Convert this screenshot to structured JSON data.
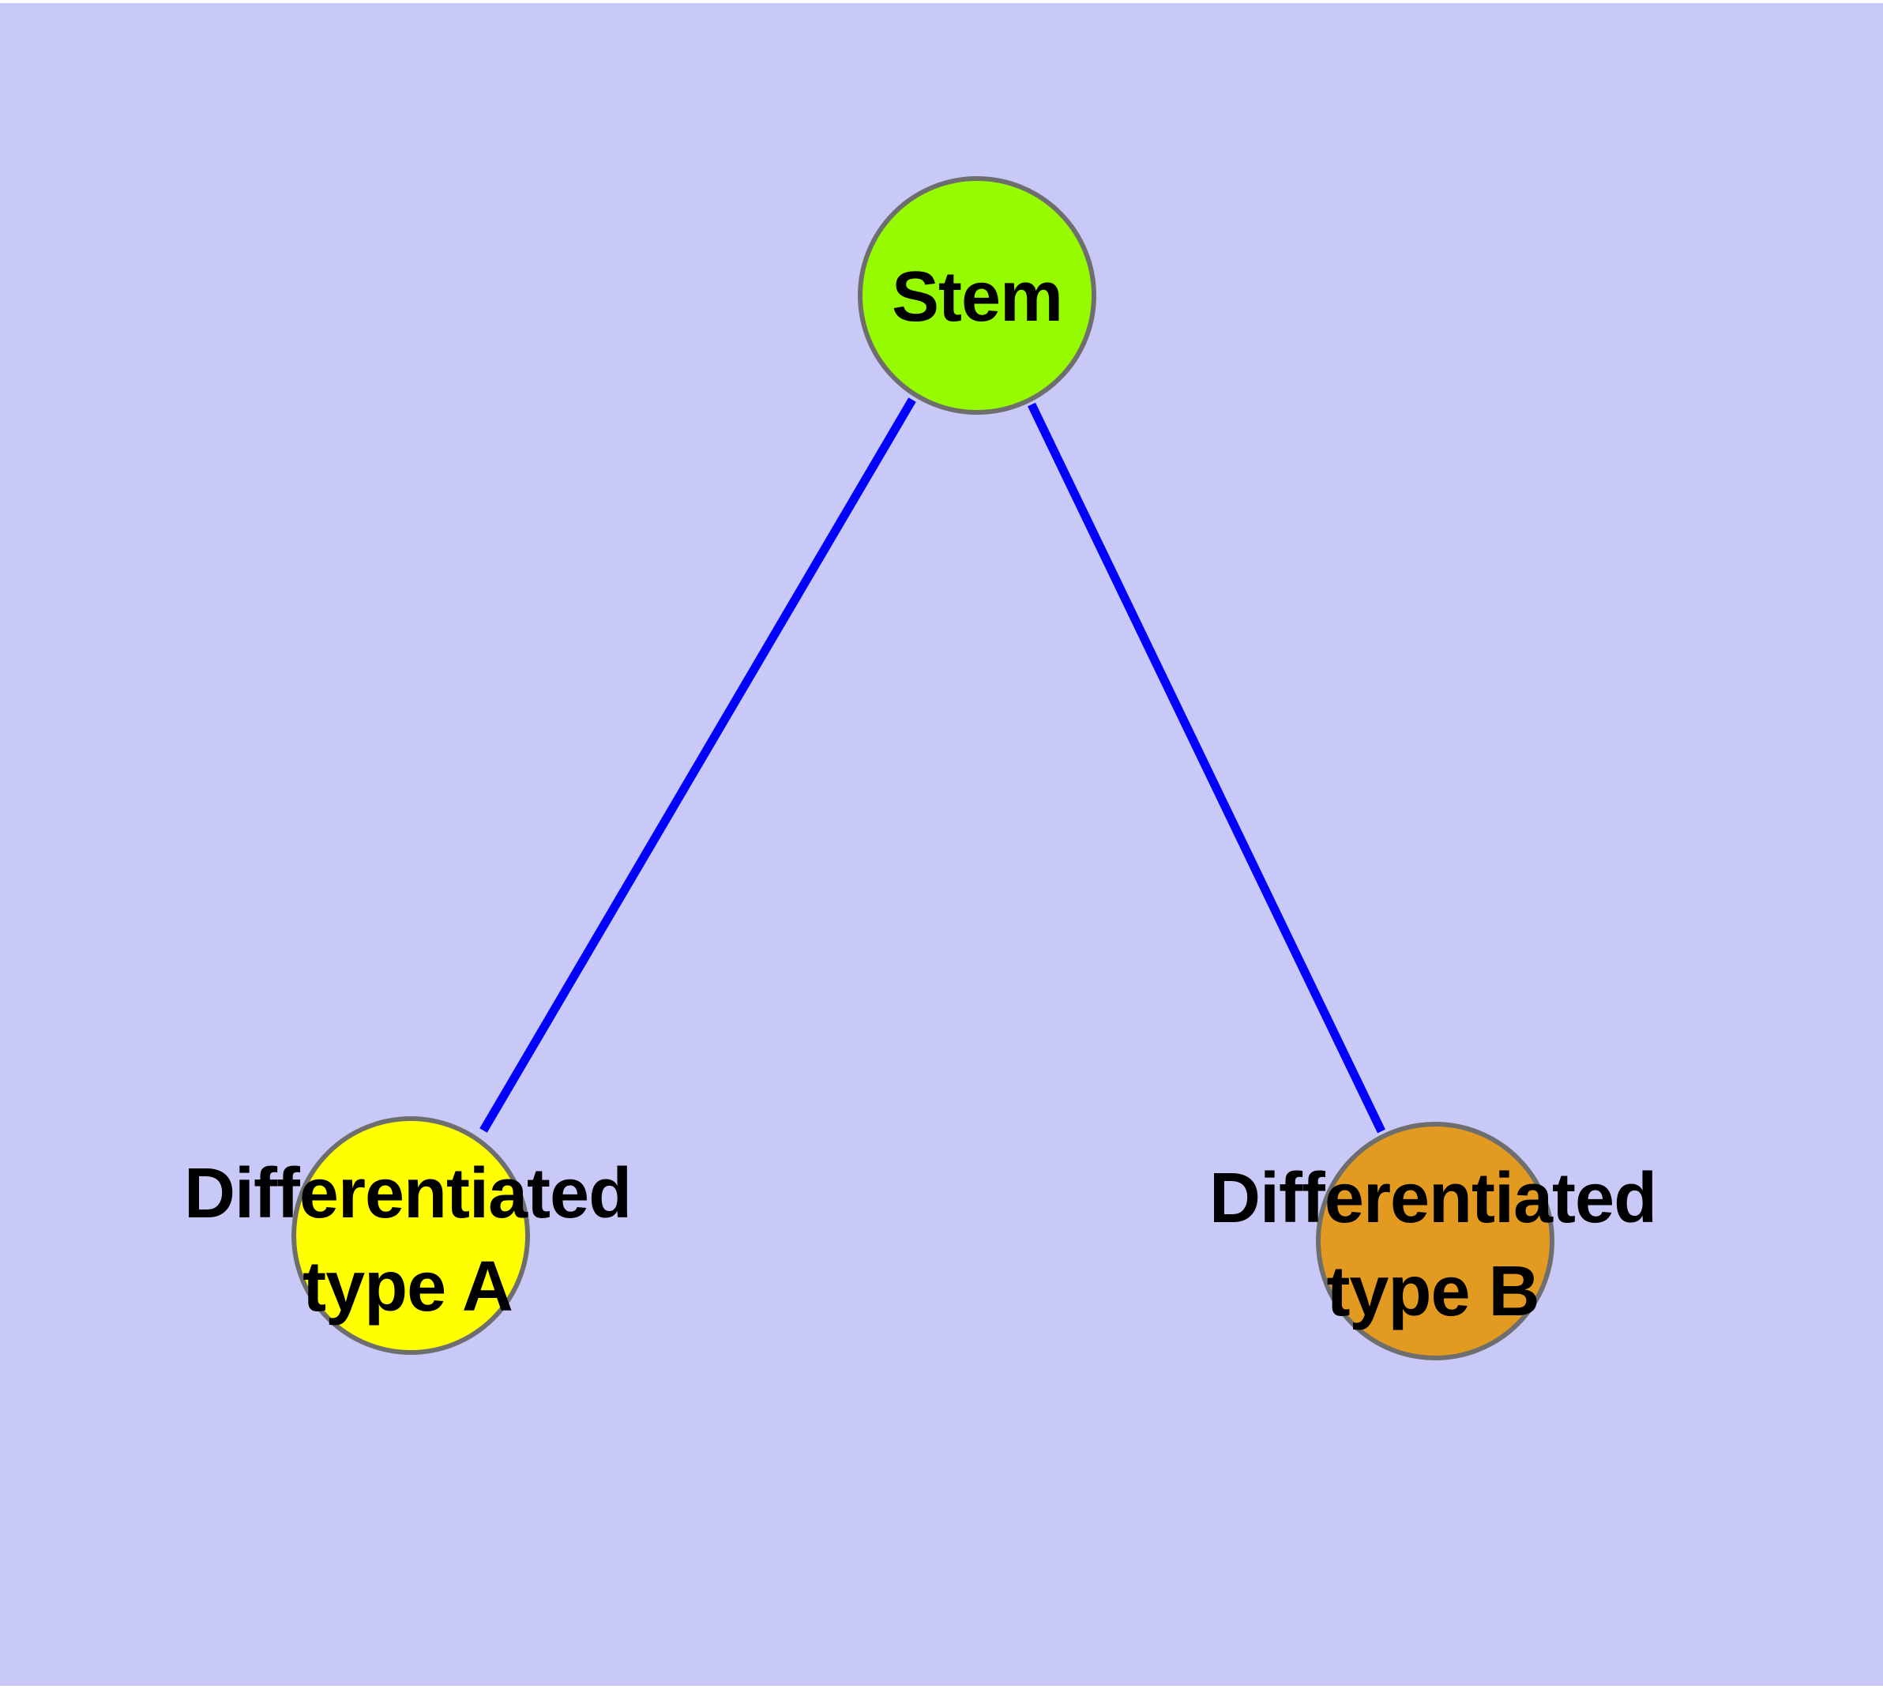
{
  "diagram": {
    "type": "graph",
    "description_colors": {
      "background": "#C9C9F8",
      "page_margin": "#FFFFFF",
      "edge": "#0202FA",
      "node_border": "#6E6E6E",
      "label_text": "#000000"
    },
    "nodes": [
      {
        "id": "stem",
        "label": "Stem",
        "label_lines": [
          "Stem"
        ],
        "color": "#97FB00"
      },
      {
        "id": "type-a",
        "label": "Differentiated type A",
        "label_lines": [
          "Differentiated",
          "type A"
        ],
        "color": "#FFFF00"
      },
      {
        "id": "type-b",
        "label": "Differentiated type B",
        "label_lines": [
          "Differentiated",
          "type B"
        ],
        "color": "#E29A20"
      }
    ],
    "edges": [
      {
        "from": "Stem",
        "to": "Differentiated type A"
      },
      {
        "from": "Stem",
        "to": "Differentiated type B"
      }
    ]
  }
}
